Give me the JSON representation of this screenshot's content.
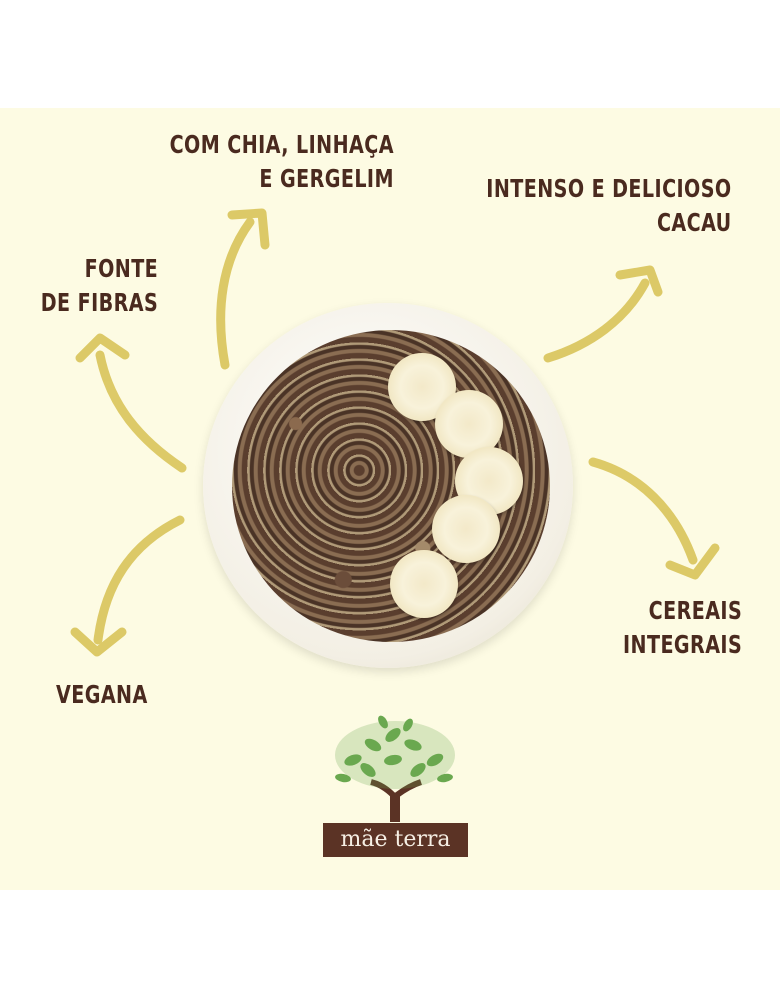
{
  "labels": {
    "chia": [
      "COM CHIA, LINHAÇA",
      "E GERGELIM"
    ],
    "cacau": [
      "INTENSO E DELICIOSO",
      "CACAU"
    ],
    "fibras": [
      "FONTE",
      "DE FIBRAS"
    ],
    "cereais": [
      "CEREAIS",
      "INTEGRAIS"
    ],
    "vegana": [
      "VEGANA"
    ]
  },
  "brand": {
    "name": "mãe terra"
  },
  "colors": {
    "background": "#fdfbe3",
    "text": "#4a2a1f",
    "arrow": "#d9c45a",
    "brand_band": "#5b3325",
    "leaf": "#6aa84f"
  }
}
